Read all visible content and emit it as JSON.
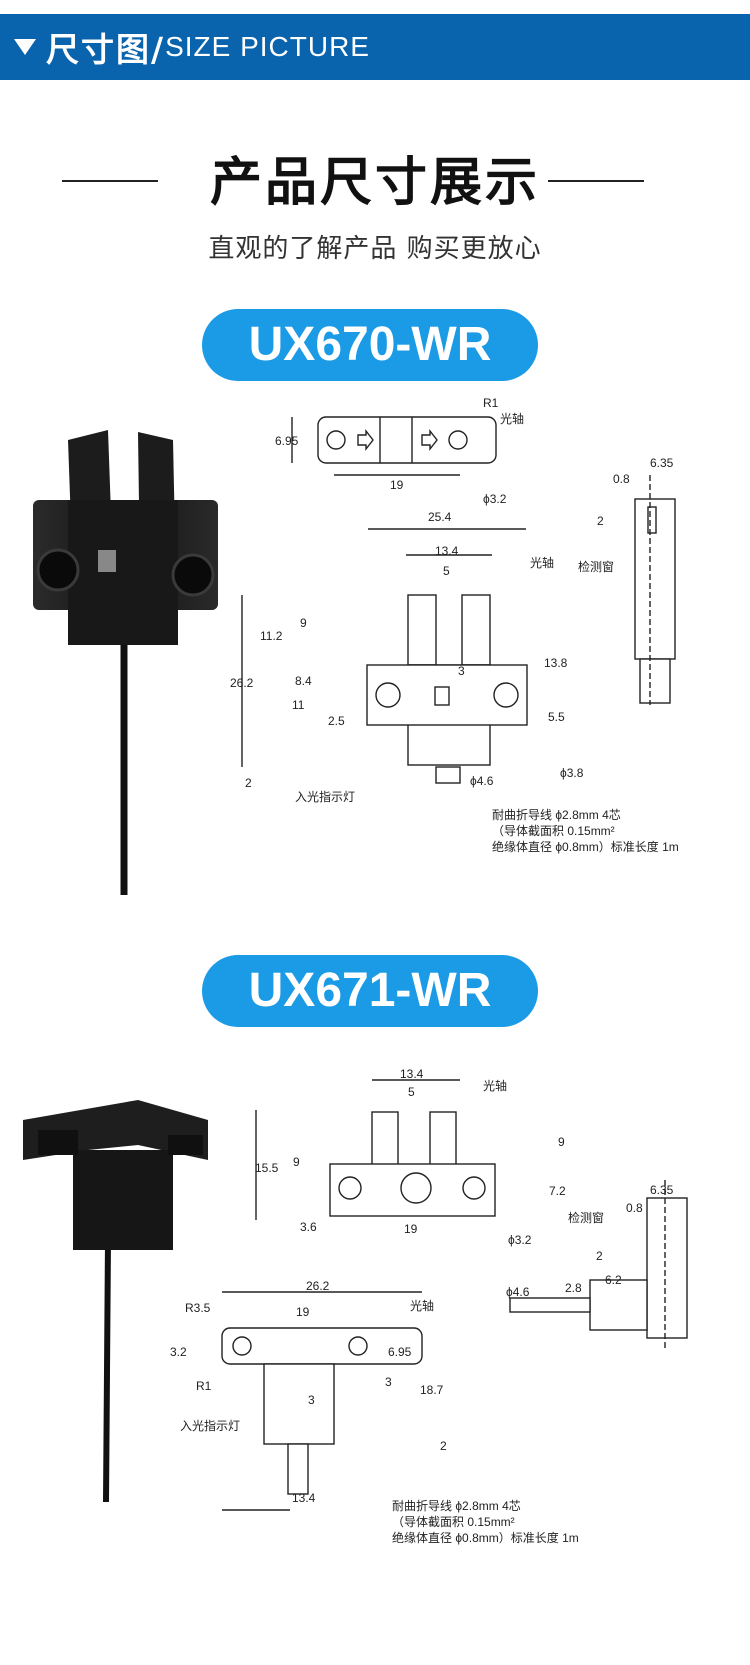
{
  "banner": {
    "title_cn": "尺寸图/",
    "title_en": "SIZE PICTURE"
  },
  "heading": {
    "title": "产品尺寸展示",
    "subtitle": "直观的了解产品 购买更放心"
  },
  "products": [
    {
      "model": "UX670-WR",
      "dims": {
        "r1": "R1",
        "axis": "光轴",
        "d695": "6.95",
        "d19": "19",
        "phi32": "ϕ3.2",
        "d635": "6.35",
        "d08": "0.8",
        "d2a": "2",
        "window": "检测窗",
        "d254": "25.4",
        "d134": "13.4",
        "d5": "5",
        "axis2": "光轴",
        "d112": "11.2",
        "d9": "9",
        "d262": "26.2",
        "d84": "8.4",
        "d3": "3",
        "d11": "11",
        "d25": "2.5",
        "d138": "13.8",
        "d55": "5.5",
        "phi38": "ϕ3.8",
        "d2b": "2",
        "phi46": "ϕ4.6",
        "indicator": "入光指示灯",
        "cable1": "耐曲折导线 ϕ2.8mm  4芯",
        "cable2": "（导体截面积 0.15mm²",
        "cable3": "绝缘体直径 ϕ0.8mm）标准长度 1m"
      }
    },
    {
      "model": "UX671-WR",
      "dims": {
        "d134": "13.4",
        "d5": "5",
        "axis": "光轴",
        "d9a": "9",
        "d155": "15.5",
        "d9b": "9",
        "d72": "7.2",
        "d36": "3.6",
        "d19": "19",
        "phi32": "ϕ3.2",
        "d635": "6.35",
        "window": "检测窗",
        "d08": "0.8",
        "d2a": "2",
        "phi46": "ϕ4.6",
        "d28": "2.8",
        "d62": "6.2",
        "d262": "26.2",
        "r35": "R3.5",
        "d19b": "19",
        "axis2": "光轴",
        "d32": "3.2",
        "d695": "6.95",
        "r1": "R1",
        "d3a": "3",
        "d187": "18.7",
        "d3b": "3",
        "indicator": "入光指示灯",
        "d2b": "2",
        "d134b": "13.4",
        "cable1": "耐曲折导线 ϕ2.8mm  4芯",
        "cable2": "（导体截面积 0.15mm²",
        "cable3": "绝缘体直径 ϕ0.8mm）标准长度 1m"
      }
    }
  ]
}
